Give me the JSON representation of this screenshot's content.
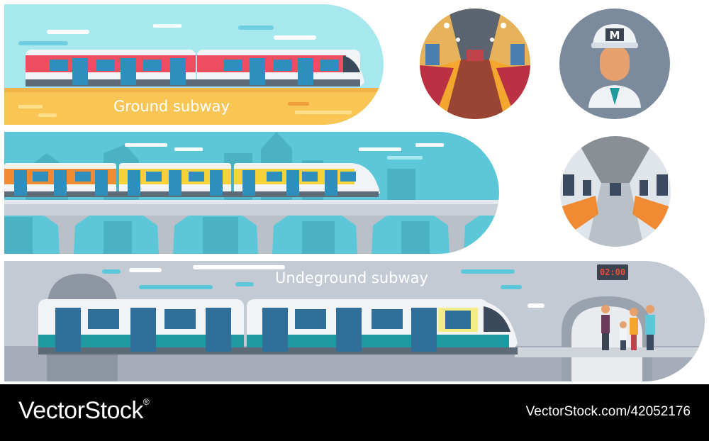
{
  "panels": {
    "ground": {
      "label": "Ground subway"
    },
    "underground": {
      "label": "Undeground subway",
      "clock": "02:00"
    }
  },
  "footer": {
    "brand": "VectorStock",
    "registered": "®",
    "url": "VectorStock.com/42052176"
  },
  "colors": {
    "sky": "#a7e8ef",
    "sand": "#f9c655",
    "elevated_bg": "#5cc7d8",
    "tunnel": "#c4cad3",
    "train_red": "#ef4d62",
    "train_yellow": "#f7d33b",
    "train_orange": "#f08a33",
    "train_teal": "#1e9aa0",
    "footer_bg": "#000000"
  },
  "icons": [
    "train-interior-icon",
    "metro-driver-icon",
    "metro-car-interior-icon"
  ]
}
